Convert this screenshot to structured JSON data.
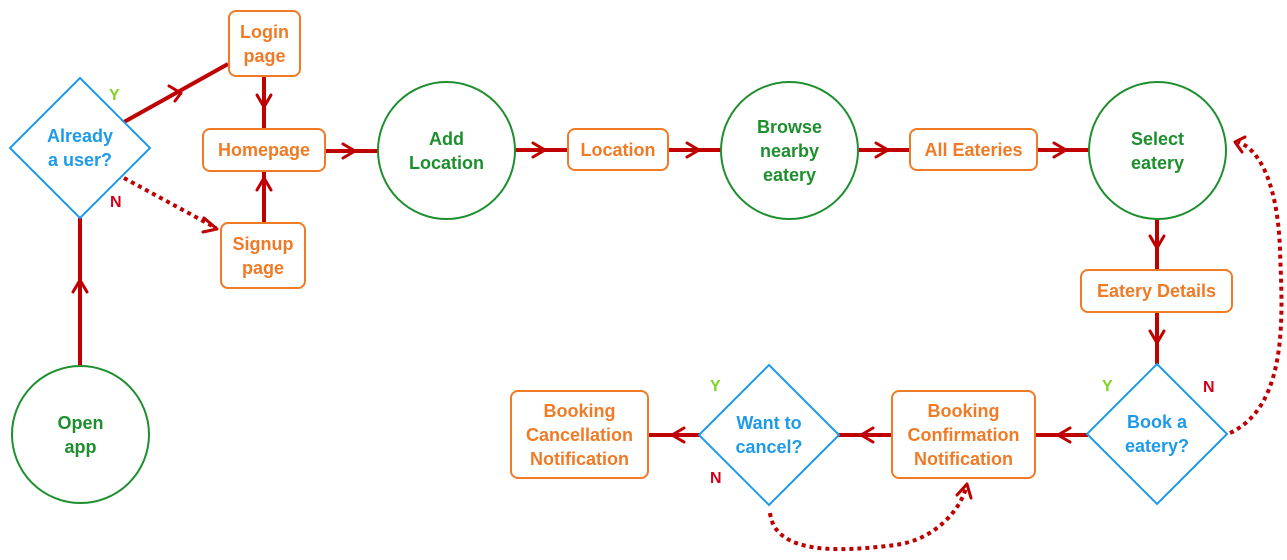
{
  "diagram": {
    "colors": {
      "edge": "#c00000",
      "process_box": "#ef7b27",
      "terminal_circle": "#1e8f2e",
      "decision": "#1e9be8",
      "yes": "#7ed321",
      "no": "#d0021b"
    },
    "nodes": {
      "open_app": "Open\napp",
      "already_user": "Already\na user?",
      "login_page": "Login\npage",
      "homepage": "Homepage",
      "signup_page": "Signup\npage",
      "add_location": "Add\nLocation",
      "location": "Location",
      "browse_nearby": "Browse\nnearby\neatery",
      "all_eateries": "All Eateries",
      "select_eatery": "Select\neatery",
      "eatery_details": "Eatery Details",
      "book_eatery": "Book a\neatery?",
      "booking_confirmation": "Booking\nConfirmation\nNotification",
      "want_cancel": "Want to\ncancel?",
      "booking_cancellation": "Booking\nCancellation\nNotification"
    },
    "labels": {
      "already_yes": "Y",
      "already_no": "N",
      "book_yes": "Y",
      "book_no": "N",
      "cancel_yes": "Y",
      "cancel_no": "N"
    }
  }
}
